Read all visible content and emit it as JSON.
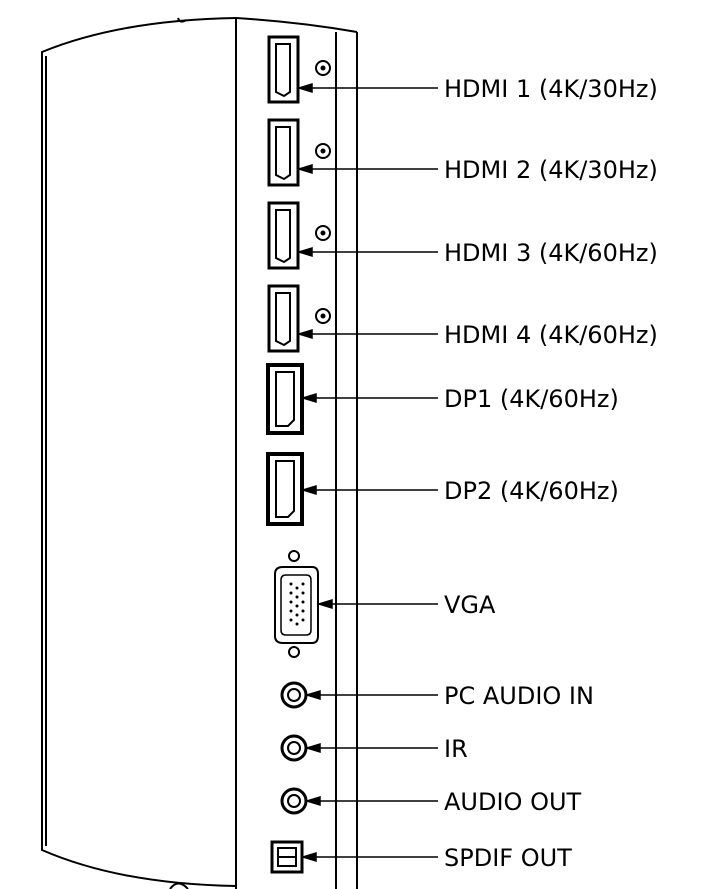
{
  "ports": [
    {
      "id": "hdmi-1",
      "kind": "hdmi",
      "label": "HDMI 1 (4K/30Hz)"
    },
    {
      "id": "hdmi-2",
      "kind": "hdmi",
      "label": "HDMI 2 (4K/30Hz)"
    },
    {
      "id": "hdmi-3",
      "kind": "hdmi",
      "label": "HDMI 3 (4K/60Hz)"
    },
    {
      "id": "hdmi-4",
      "kind": "hdmi",
      "label": "HDMI 4 (4K/60Hz)"
    },
    {
      "id": "dp-1",
      "kind": "displayport",
      "label": "DP1 (4K/60Hz)"
    },
    {
      "id": "dp-2",
      "kind": "displayport",
      "label": "DP2 (4K/60Hz)"
    },
    {
      "id": "vga",
      "kind": "vga",
      "label": "VGA"
    },
    {
      "id": "pc-audio-in",
      "kind": "audio-jack",
      "label": "PC AUDIO IN"
    },
    {
      "id": "ir",
      "kind": "audio-jack",
      "label": "IR"
    },
    {
      "id": "audio-out",
      "kind": "audio-jack",
      "label": "AUDIO OUT"
    },
    {
      "id": "spdif-out",
      "kind": "optical",
      "label": "SPDIF OUT"
    }
  ]
}
